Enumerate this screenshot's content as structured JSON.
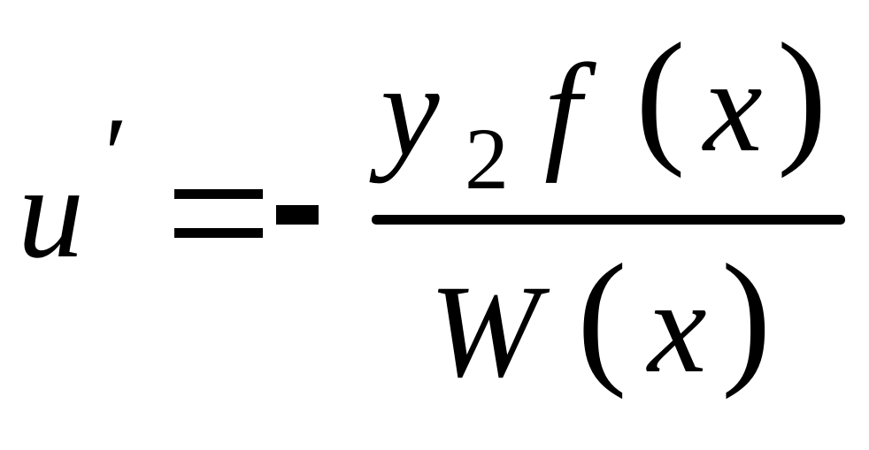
{
  "equation": {
    "lhs": {
      "variable": "u",
      "prime": "′"
    },
    "equals": "=",
    "minus": "-",
    "numerator": {
      "y": "y",
      "y_subscript": "2",
      "function": "f",
      "open_paren": "(",
      "argument": "x",
      "close_paren": ")"
    },
    "denominator": {
      "function": "W",
      "open_paren": "(",
      "argument": "x",
      "close_paren": ")"
    }
  },
  "colors": {
    "ink": "#000000",
    "background": "#ffffff"
  }
}
